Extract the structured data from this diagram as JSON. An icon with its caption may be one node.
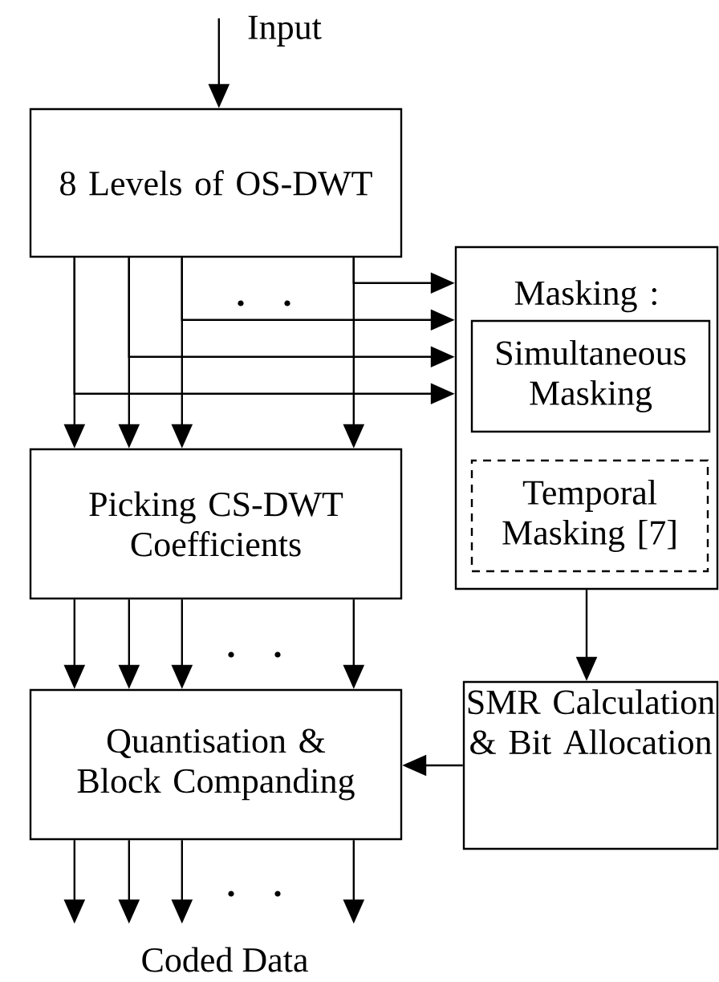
{
  "diagram": {
    "nodes": [
      {
        "text": [
          "8 Levels of OS-DWT"
        ]
      },
      {
        "text": [
          "Masking :"
        ]
      },
      {
        "text": [
          "Simultaneous Masking"
        ],
        "in": 1
      },
      {
        "text": [
          "Temporal Masking [7]"
        ],
        "in": 1
      },
      {
        "text": [
          "Picking CS-DWT Coefficients"
        ]
      },
      {
        "text": [
          "Quantisation & Block Companding"
        ]
      },
      {
        "text": [
          "SMR Calculation & Bit Allocation"
        ]
      }
    ],
    "edges": [
      {
        "from": null,
        "to": 0,
        "arrow": "to",
        "label": "Input"
      },
      {
        "from": 0,
        "to": 4,
        "arrow": "to"
      },
      {
        "from": 0,
        "to": 4,
        "arrow": "to"
      },
      {
        "from": 0,
        "to": 4,
        "arrow": "to"
      },
      {
        "from": 0,
        "to": 4,
        "arrow": "to"
      },
      {
        "from": 0,
        "to": 1,
        "arrow": "to"
      },
      {
        "from": 0,
        "to": 1,
        "arrow": "to"
      },
      {
        "from": 0,
        "to": 1,
        "arrow": "to"
      },
      {
        "from": 0,
        "to": 1,
        "arrow": "to"
      },
      {
        "from": 4,
        "to": 5,
        "arrow": "to"
      },
      {
        "from": 4,
        "to": 5,
        "arrow": "to"
      },
      {
        "from": 4,
        "to": 5,
        "arrow": "to"
      },
      {
        "from": 4,
        "to": 5,
        "arrow": "to"
      },
      {
        "from": 1,
        "to": 6,
        "arrow": "to"
      },
      {
        "from": 6,
        "to": 5,
        "arrow": "to"
      },
      {
        "from": 5,
        "to": null,
        "arrow": "to"
      },
      {
        "from": 5,
        "to": null,
        "arrow": "to"
      },
      {
        "from": 5,
        "to": null,
        "arrow": "to"
      },
      {
        "from": 5,
        "to": null,
        "arrow": "to"
      }
    ],
    "labels": [
      "Coded Data"
    ]
  }
}
